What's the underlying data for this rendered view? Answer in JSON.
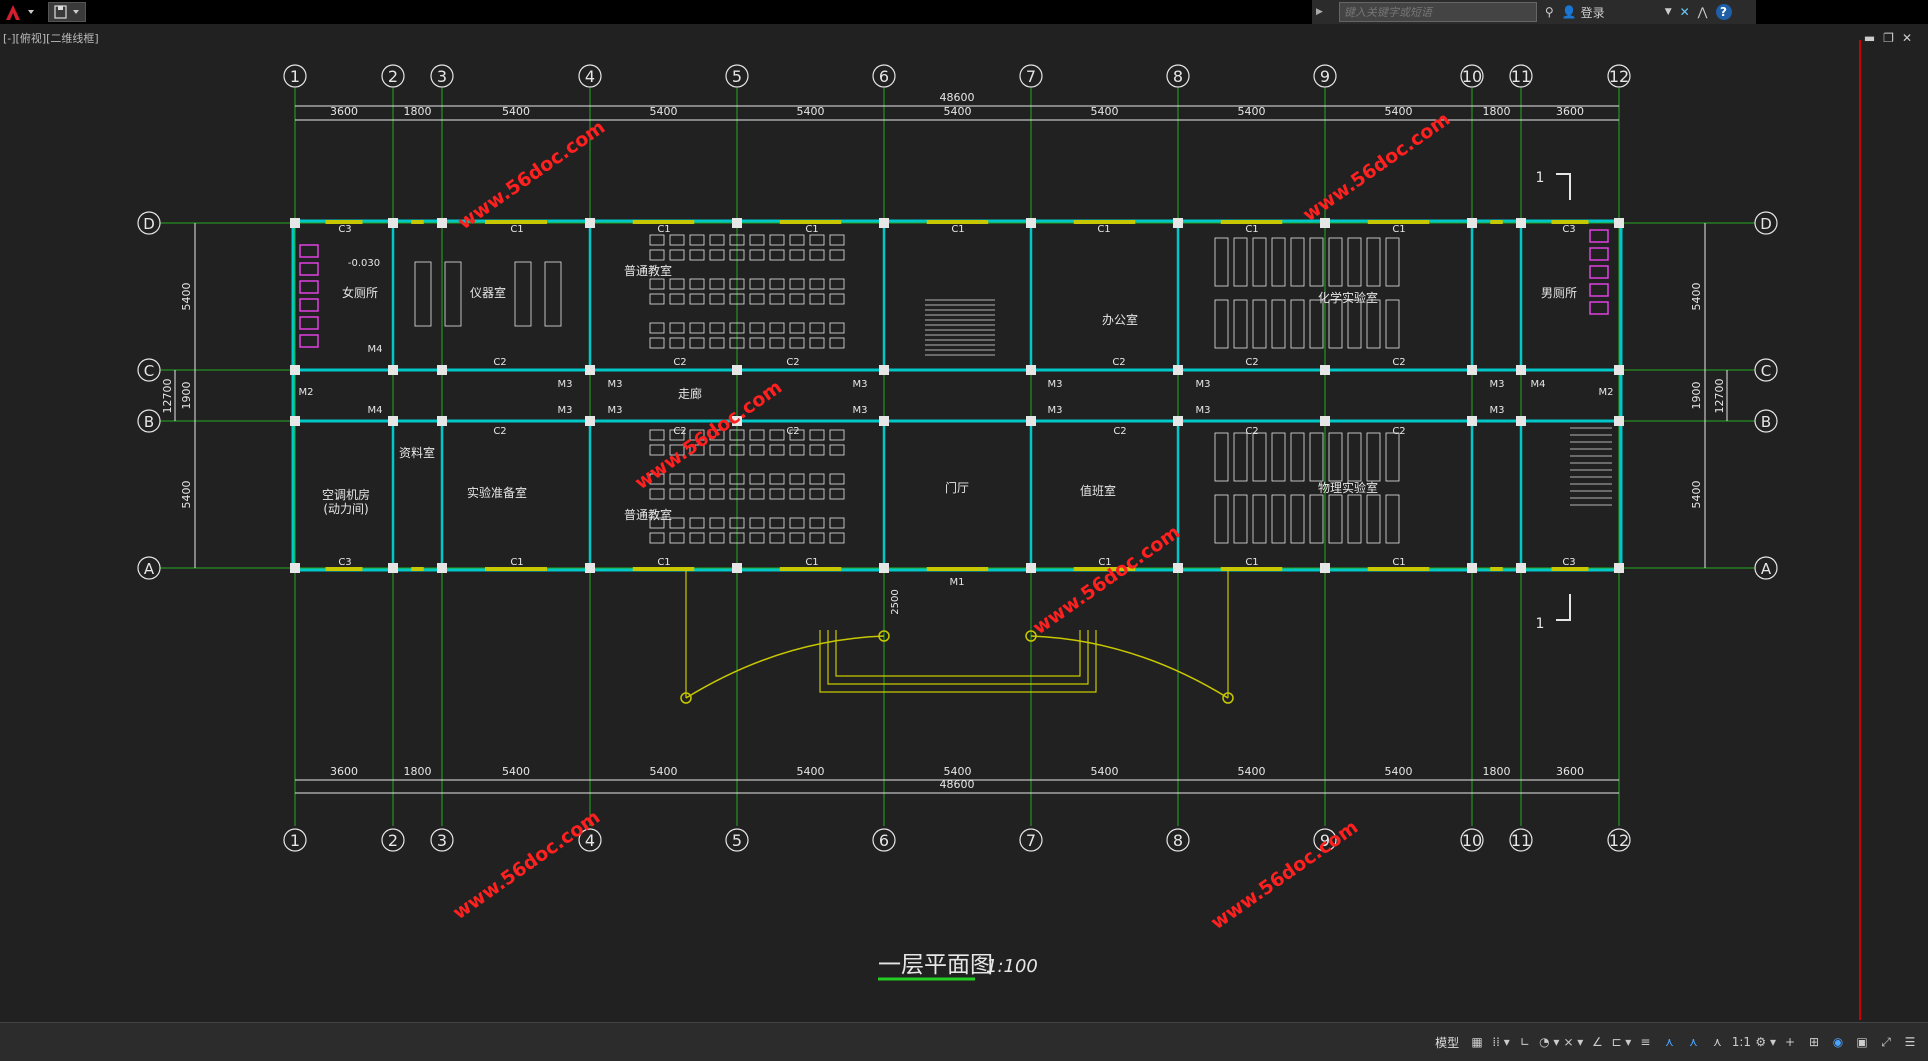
{
  "toolbar": {
    "search_placeholder": "键入关键字或短语",
    "login_label": "登录",
    "view_label": "[-][俯视][二维线框]"
  },
  "drawing": {
    "title": "一层平面图",
    "scale": "1:100",
    "watermark": "www.56doc.com",
    "axes_x": [
      "1",
      "2",
      "3",
      "4",
      "5",
      "6",
      "7",
      "8",
      "9",
      "10",
      "11",
      "12"
    ],
    "axes_y": [
      "D",
      "C",
      "B",
      "A"
    ],
    "dims_top": [
      "3600",
      "1800",
      "5400",
      "5400",
      "5400",
      "5400",
      "5400",
      "5400",
      "5400",
      "1800",
      "3600"
    ],
    "dims_total": "48600",
    "dims_side": [
      "5400",
      "1900",
      "5400"
    ],
    "dims_side_total": "12700",
    "section_mark": "1",
    "level": "-0.030",
    "entry_dim": "2500",
    "rooms": {
      "womens_wc": "女厕所",
      "instrument": "仪器室",
      "classroom_n": "普通教室",
      "office": "办公室",
      "lab_chem": "化学实验室",
      "mens_wc": "男厕所",
      "corridor": "走廊",
      "hvac": "空调机房",
      "hvac_sub": "(动力间)",
      "archive": "资料室",
      "lab_prep": "实验准备室",
      "classroom_s": "普通教室",
      "lobby": "门厅",
      "duty": "值班室",
      "lab_phys": "物理实验室"
    },
    "tags": {
      "c1": "C1",
      "c2": "C2",
      "c3": "C3",
      "m1": "M1",
      "m2": "M2",
      "m3": "M3",
      "m4": "M4"
    }
  },
  "status": {
    "model_label": "模型",
    "scale_label": "1:1"
  },
  "colors": {
    "background": "#212121",
    "axis_line": "#22aa22",
    "wall": "#00c8c8",
    "dimension": "#e6e6e6",
    "window": "#c8c800",
    "watermark": "#ff2020",
    "wc_fixture": "#e040e0",
    "column": "#e6e6e6"
  }
}
